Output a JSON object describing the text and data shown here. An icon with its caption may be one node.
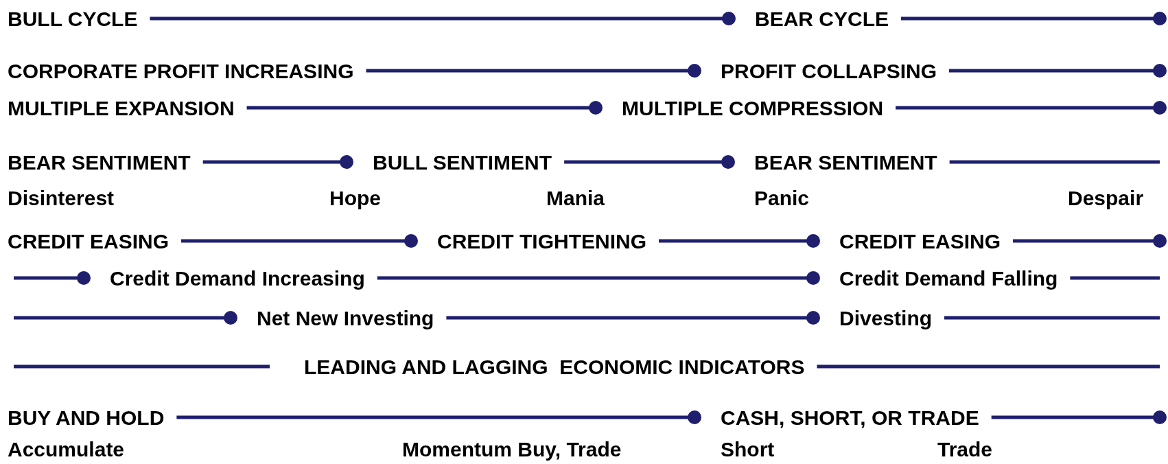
{
  "diagram": {
    "nodes": [
      {
        "text": [
          "BULL CYCLE"
        ]
      },
      {
        "text": [
          "BEAR CYCLE"
        ]
      },
      {
        "text": [
          "CORPORATE PROFIT INCREASING"
        ]
      },
      {
        "text": [
          "PROFIT COLLAPSING"
        ]
      },
      {
        "text": [
          "MULTIPLE EXPANSION"
        ]
      },
      {
        "text": [
          "MULTIPLE COMPRESSION"
        ]
      },
      {
        "text": [
          "BEAR SENTIMENT"
        ]
      },
      {
        "text": [
          "BULL SENTIMENT"
        ]
      },
      {
        "text": [
          "BEAR SENTIMENT"
        ]
      },
      {
        "text": [
          "CREDIT EASING"
        ]
      },
      {
        "text": [
          "CREDIT TIGHTENING"
        ]
      },
      {
        "text": [
          "CREDIT EASING"
        ]
      },
      {
        "text": [
          "Credit Demand Increasing"
        ]
      },
      {
        "text": [
          "Credit Demand Falling"
        ]
      },
      {
        "text": [
          "Net New Investing"
        ]
      },
      {
        "text": [
          "Divesting"
        ]
      },
      {
        "text": [
          "LEADING AND LAGGING  ECONOMIC INDICATORS"
        ]
      },
      {
        "text": [
          "BUY AND HOLD"
        ]
      },
      {
        "text": [
          "CASH, SHORT, OR TRADE"
        ]
      }
    ],
    "edges": [
      {
        "from": 0,
        "to": 1,
        "arrow": "other"
      },
      {
        "from": 1,
        "to": null,
        "arrow": "other"
      },
      {
        "from": 2,
        "to": 3,
        "arrow": "other"
      },
      {
        "from": 3,
        "to": null,
        "arrow": "other"
      },
      {
        "from": 4,
        "to": 5,
        "arrow": "other"
      },
      {
        "from": 5,
        "to": null,
        "arrow": "other"
      },
      {
        "from": 6,
        "to": 7,
        "arrow": "other"
      },
      {
        "from": 7,
        "to": 8,
        "arrow": "other"
      },
      {
        "from": 8,
        "to": null,
        "arrow": "none"
      },
      {
        "from": 9,
        "to": 10,
        "arrow": "other"
      },
      {
        "from": 10,
        "to": 11,
        "arrow": "other"
      },
      {
        "from": 11,
        "to": null,
        "arrow": "other"
      },
      {
        "from": null,
        "to": 12,
        "arrow": "other"
      },
      {
        "from": 12,
        "to": 13,
        "arrow": "other"
      },
      {
        "from": 13,
        "to": null,
        "arrow": "none"
      },
      {
        "from": null,
        "to": 14,
        "arrow": "other"
      },
      {
        "from": 14,
        "to": 15,
        "arrow": "other"
      },
      {
        "from": 15,
        "to": null,
        "arrow": "none"
      },
      {
        "from": null,
        "to": 16,
        "arrow": "none"
      },
      {
        "from": 16,
        "to": null,
        "arrow": "none"
      },
      {
        "from": 17,
        "to": 18,
        "arrow": "other"
      },
      {
        "from": 18,
        "to": null,
        "arrow": "other"
      }
    ],
    "labels": [
      "Disinterest",
      "Hope",
      "Mania",
      "Panic",
      "Despair",
      "Accumulate",
      "Momentum Buy, Trade",
      "Short",
      "Trade"
    ]
  }
}
